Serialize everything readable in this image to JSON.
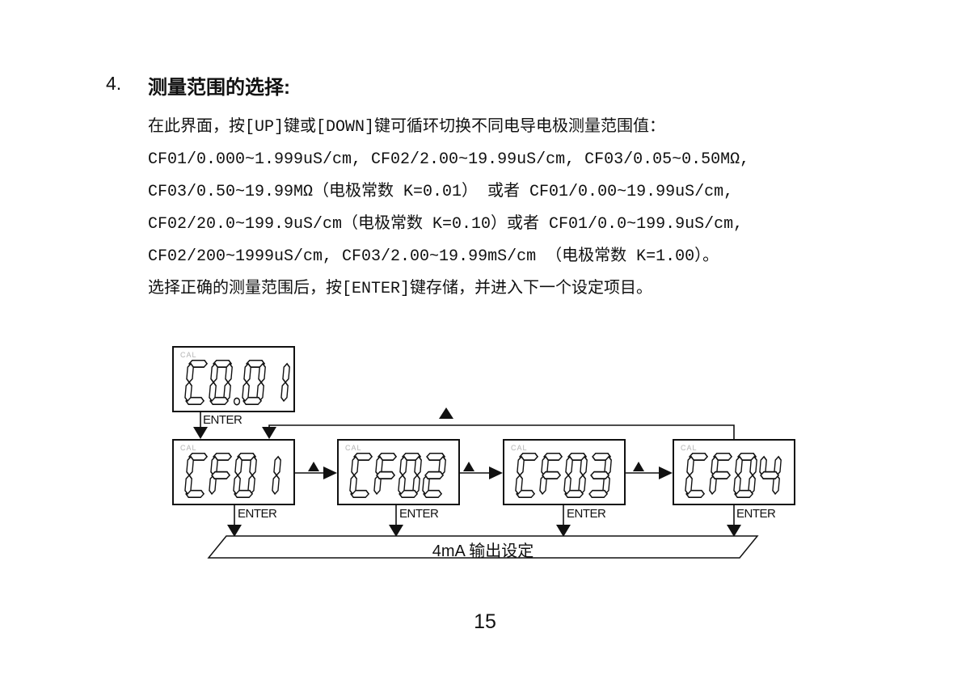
{
  "page": {
    "number": "15",
    "heading": {
      "number": "4.",
      "title": "测量范围的选择:"
    },
    "body_lines": [
      "在此界面，按[UP]键或[DOWN]键可循环切换不同电导电极测量范围值：",
      "CF01/0.000~1.999uS/cm, CF02/2.00~19.99uS/cm, CF03/0.05~0.50MΩ,",
      "CF03/0.50~19.99MΩ（电极常数 K=0.01） 或者 CF01/0.00~19.99uS/cm,",
      "CF02/20.0~199.9uS/cm（电极常数 K=0.10）或者 CF01/0.0~199.9uS/cm,",
      "CF02/200~1999uS/cm, CF03/2.00~19.99mS/cm （电极常数 K=1.00）。",
      "选择正确的测量范围后，按[ENTER]键存储，并进入下一个设定项目。"
    ]
  },
  "diagram": {
    "cal_badge": "CAL",
    "enter_label": "ENTER",
    "up_key_symbol": "▲",
    "displays": [
      {
        "name": "electrode-constant",
        "value": "C0.01"
      },
      {
        "name": "range-cf01",
        "value": "CF01"
      },
      {
        "name": "range-cf02",
        "value": "CF02"
      },
      {
        "name": "range-cf03",
        "value": "CF03"
      },
      {
        "name": "range-cf04",
        "value": "CF04"
      }
    ],
    "next_step_label": "4mA 输出设定"
  },
  "colors": {
    "ink": "#111111",
    "cal_badge": "#b3b3b3",
    "paper": "#ffffff"
  }
}
